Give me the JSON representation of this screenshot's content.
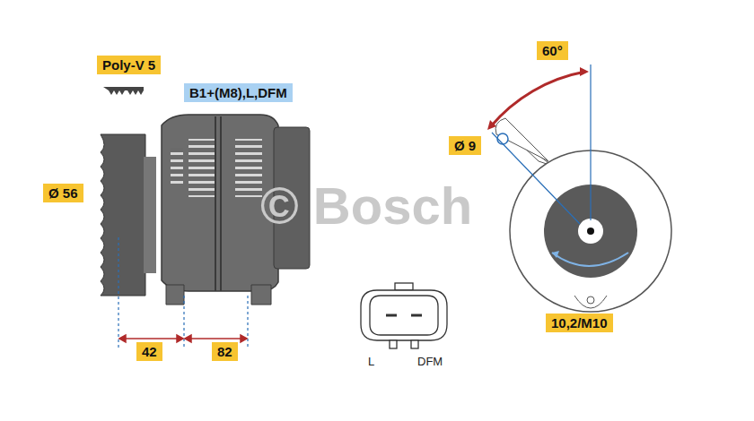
{
  "diagram": {
    "nodes": [
      {
        "text": [
          "Poly-V 5"
        ]
      },
      {
        "text": [
          "B1+(M8),L,DFM"
        ]
      },
      {
        "text": [
          "Ø 56"
        ]
      },
      {
        "text": [
          "42"
        ]
      },
      {
        "text": [
          "82"
        ]
      },
      {
        "text": [
          "60°"
        ]
      },
      {
        "text": [
          "Ø 9"
        ]
      },
      {
        "text": [
          "10,2/M10"
        ]
      }
    ],
    "labels": [
      "© Bosch",
      "L",
      "DFM"
    ]
  }
}
